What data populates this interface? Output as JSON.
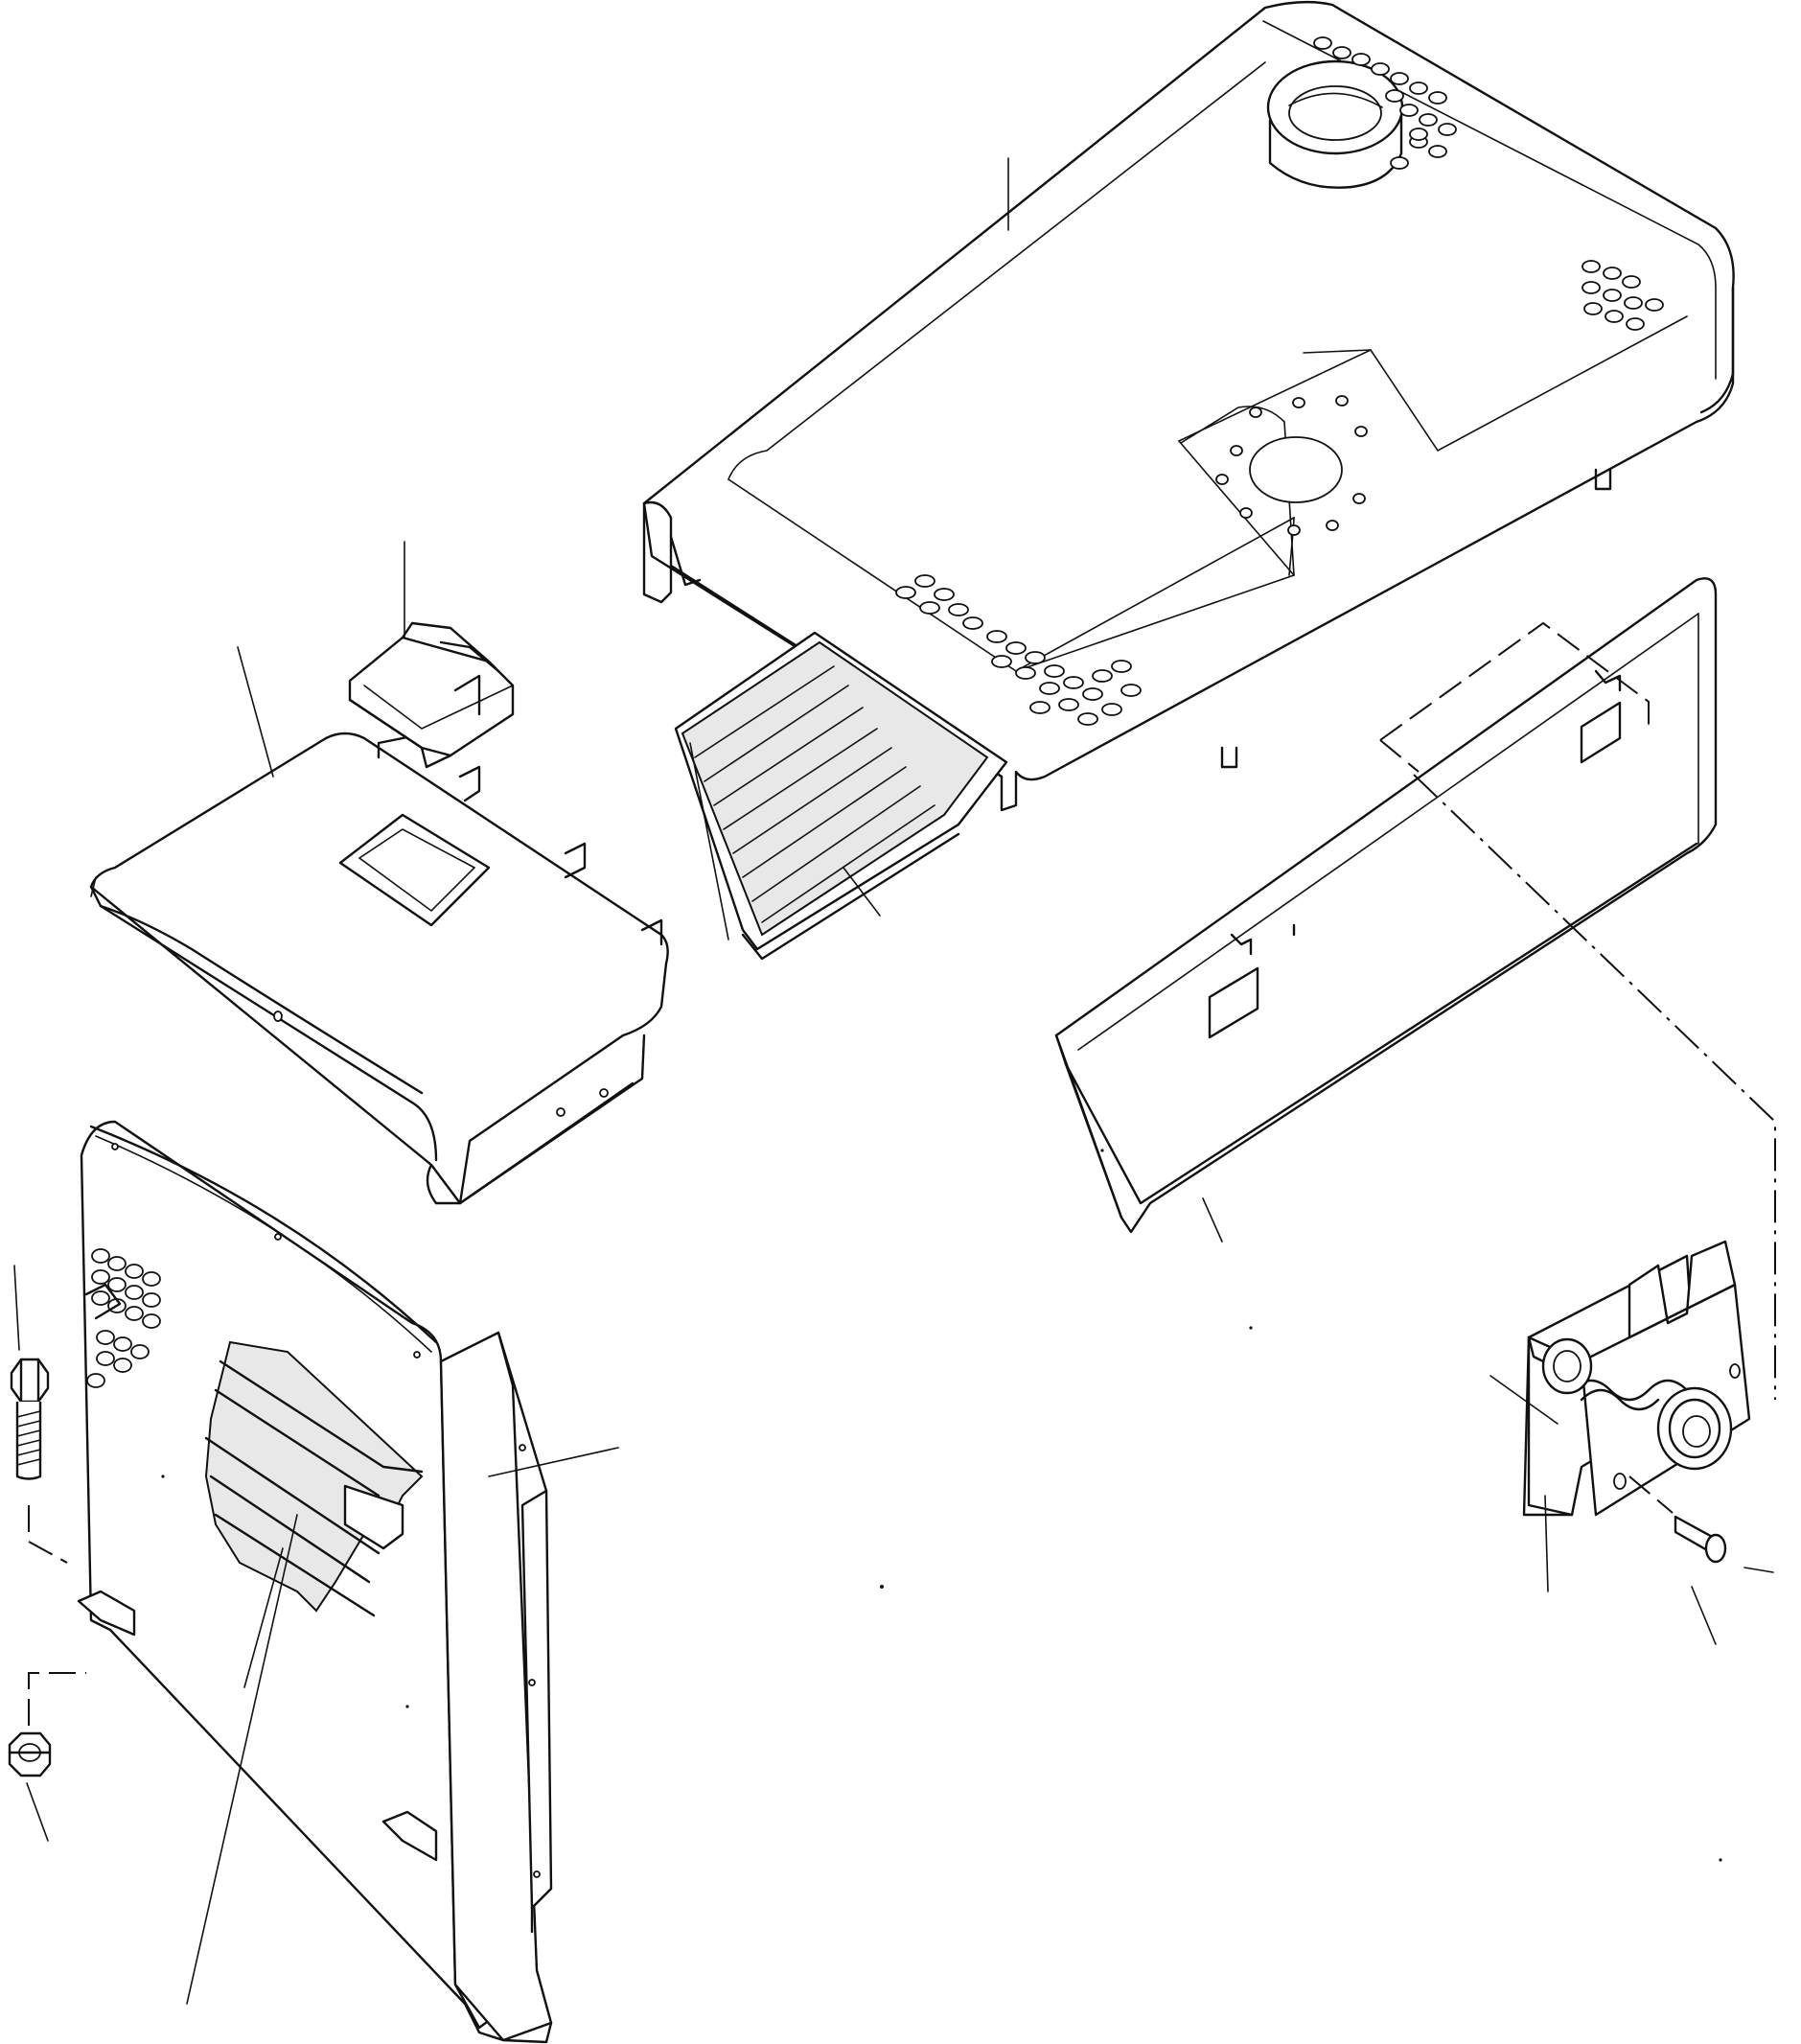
{
  "drawing": {
    "kind": "exploded-view",
    "style": "black line art on white",
    "stroke_color": "#111111",
    "background_color": "#ffffff",
    "parts": [
      {
        "id": "top-cover",
        "icon": "engine-hood-cover"
      },
      {
        "id": "side-panel",
        "icon": "side-panel"
      },
      {
        "id": "front-cover",
        "icon": "front-cover"
      },
      {
        "id": "cover-bracket",
        "icon": "small-bracket"
      },
      {
        "id": "louvered-grille",
        "icon": "grille"
      },
      {
        "id": "radiator-guard",
        "icon": "radiator-guard"
      },
      {
        "id": "side-plate",
        "icon": "mounting-plate"
      },
      {
        "id": "bolt",
        "icon": "bolt"
      },
      {
        "id": "nut",
        "icon": "nut"
      },
      {
        "id": "latch-assembly",
        "icon": "latch"
      },
      {
        "id": "pin",
        "icon": "pin"
      }
    ],
    "leader_line_count": 14
  }
}
